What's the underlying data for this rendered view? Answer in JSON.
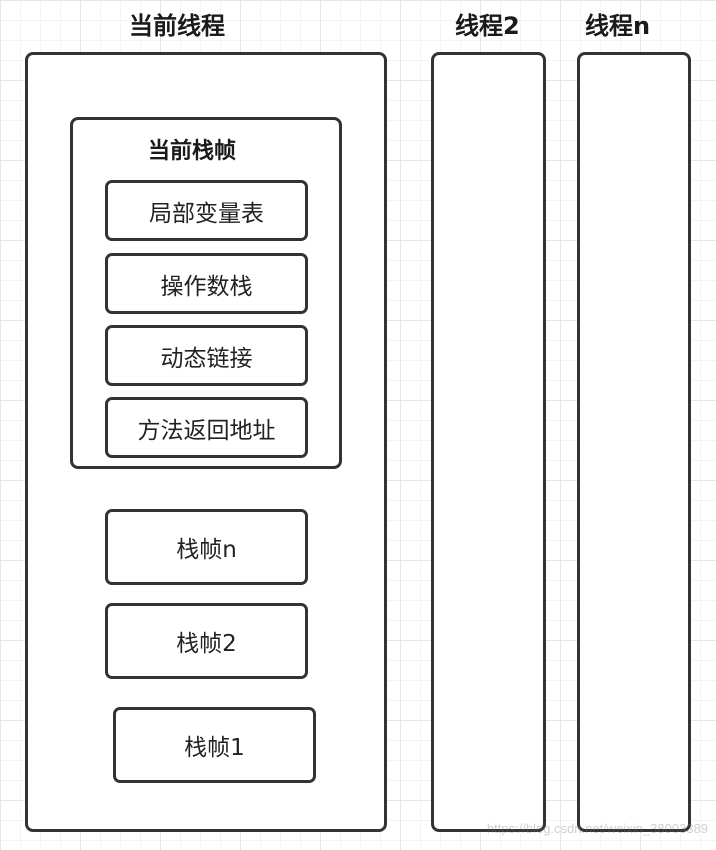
{
  "threads": {
    "current": {
      "title": "当前线程",
      "current_frame": {
        "title": "当前栈帧",
        "items": [
          "局部变量表",
          "操作数栈",
          "动态链接",
          "方法返回地址"
        ]
      },
      "frames": [
        "栈帧n",
        "栈帧2",
        "栈帧1"
      ]
    },
    "thread2": {
      "title": "线程2"
    },
    "threadn": {
      "title": "线程n"
    }
  },
  "watermark": "https://blog.csdn.net/weixin_38003389",
  "colors": {
    "border": "#333333",
    "grid": "#e6e6e6",
    "background": "#ffffff"
  }
}
